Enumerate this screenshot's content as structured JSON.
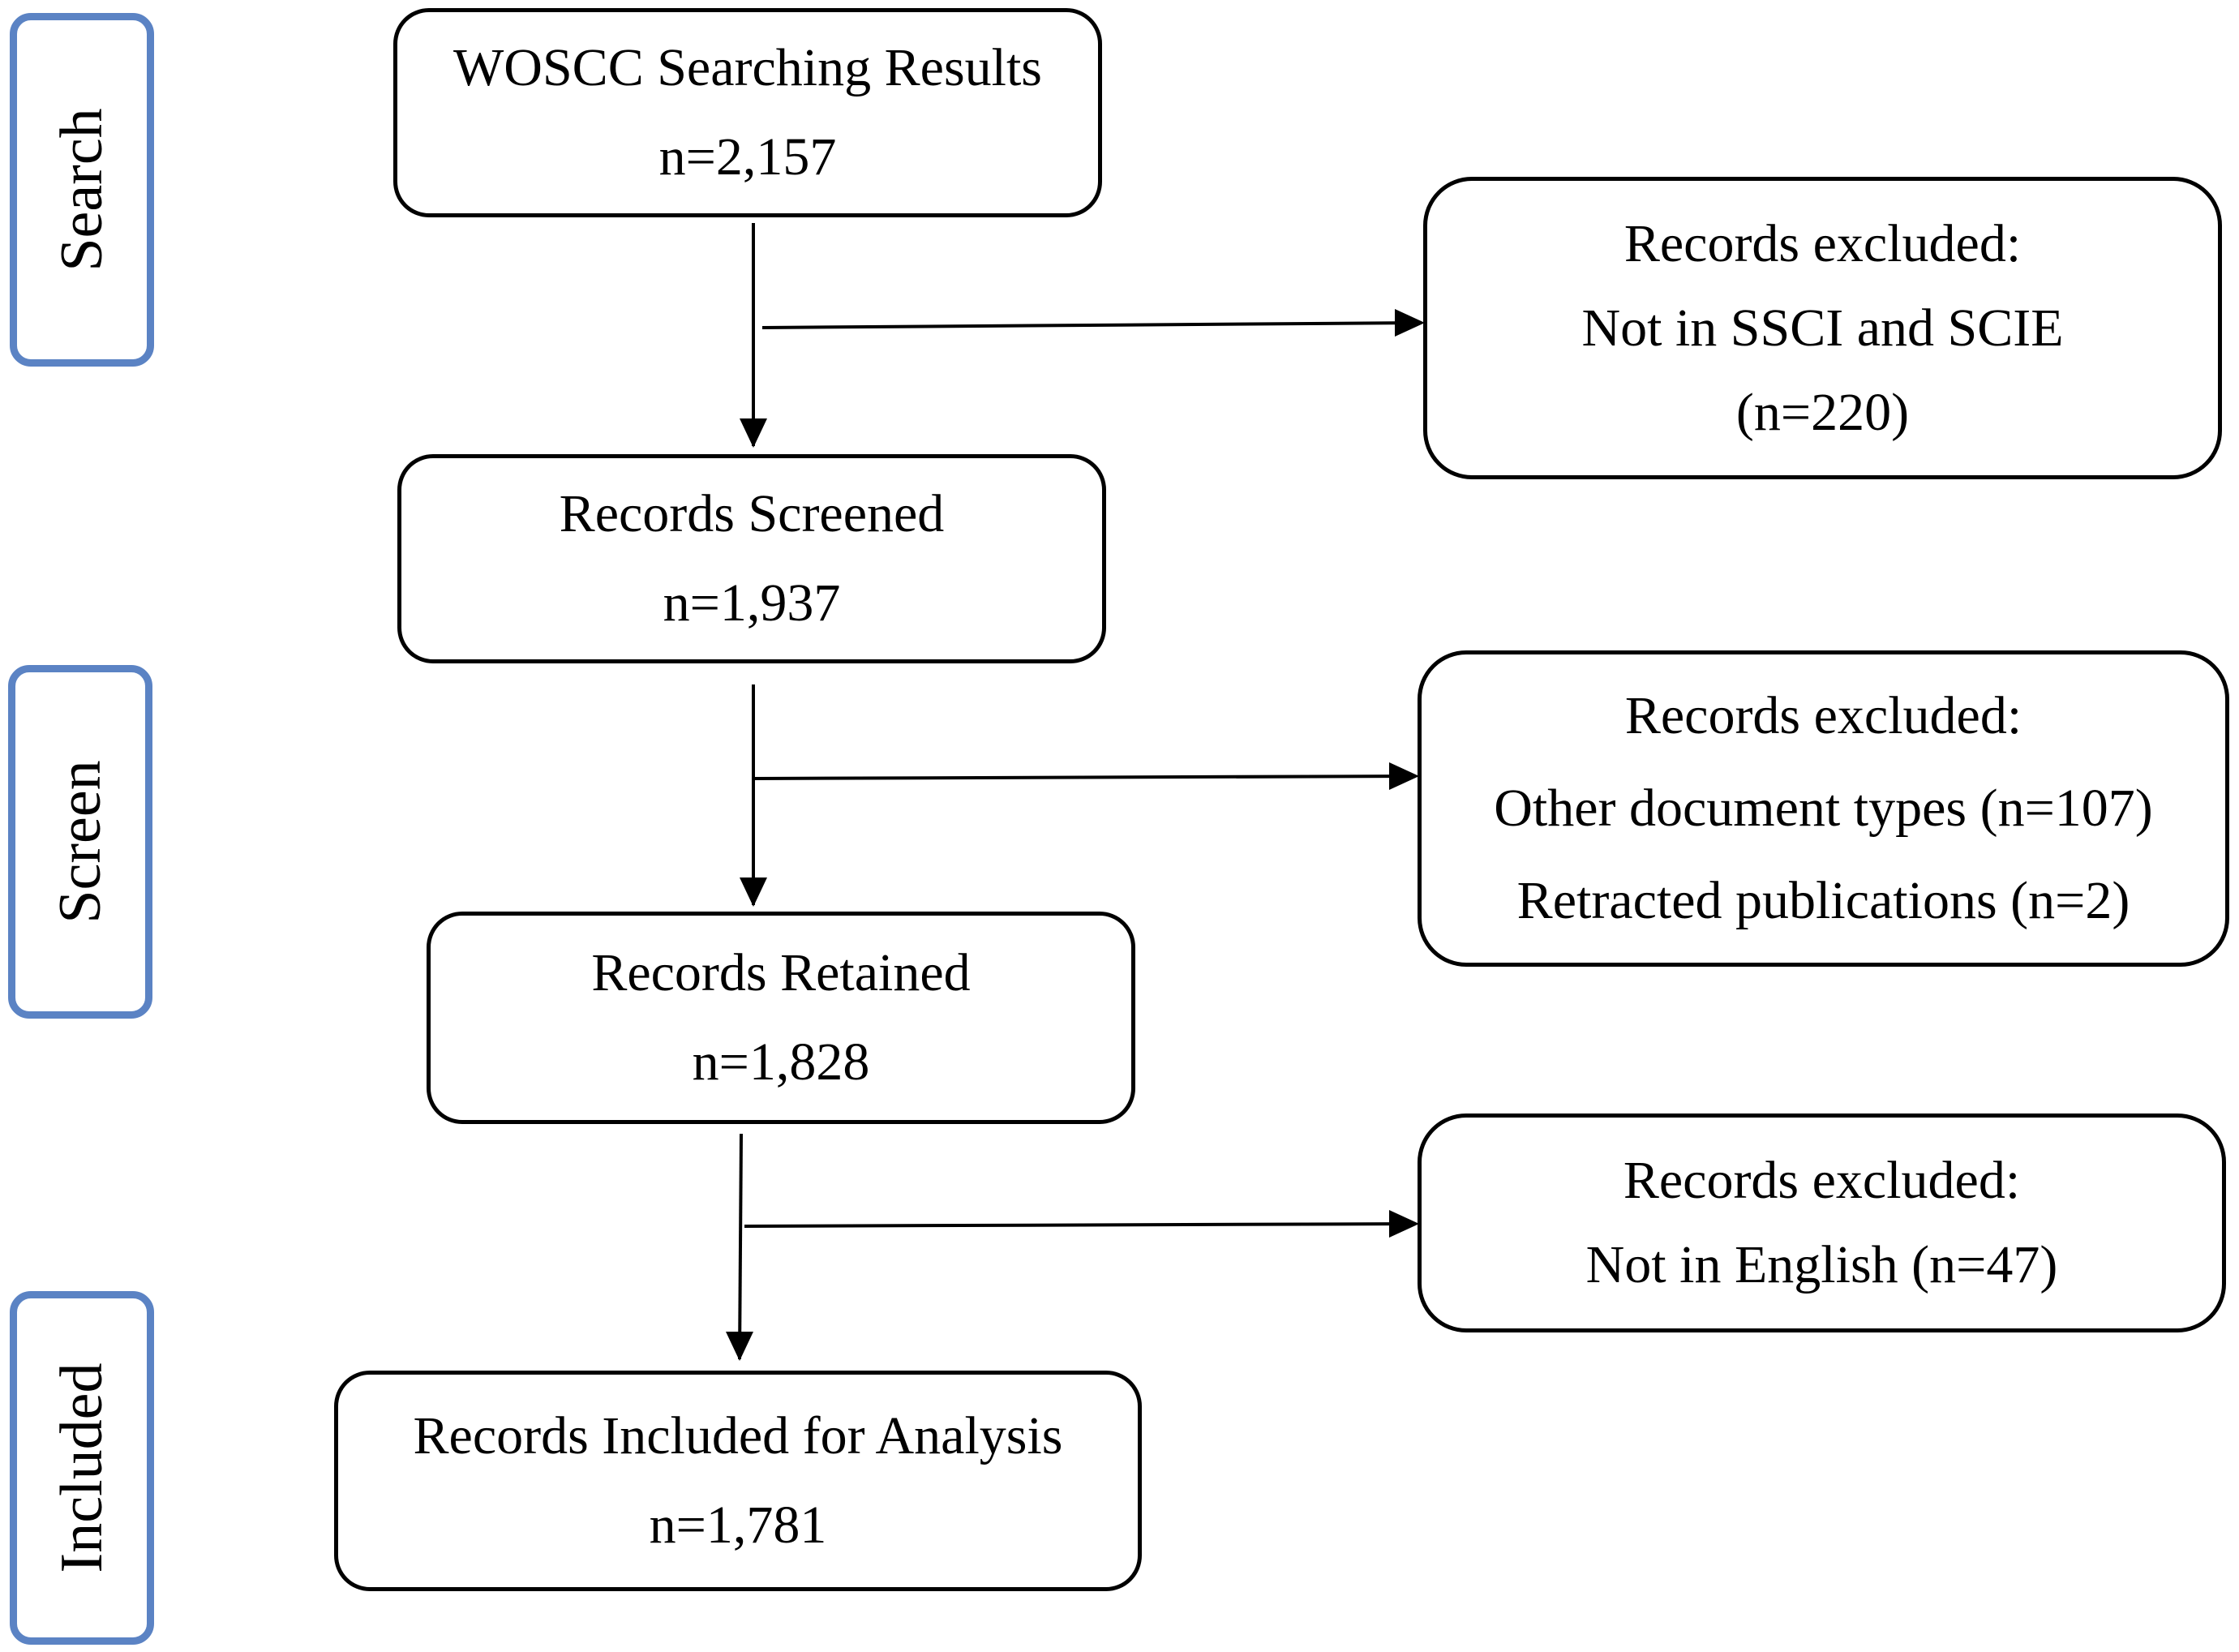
{
  "stages": [
    {
      "id": "search",
      "label": "Search"
    },
    {
      "id": "screen",
      "label": "Screen"
    },
    {
      "id": "included",
      "label": "Included"
    }
  ],
  "main_boxes": [
    {
      "id": "woscc",
      "lines": [
        "WOSCC Searching Results",
        "n=2,157"
      ]
    },
    {
      "id": "screened",
      "lines": [
        "Records Screened",
        "n=1,937"
      ]
    },
    {
      "id": "retained",
      "lines": [
        "Records Retained",
        "n=1,828"
      ]
    },
    {
      "id": "included",
      "lines": [
        "Records Included  for Analysis",
        "n=1,781"
      ]
    }
  ],
  "exclusion_boxes": [
    {
      "id": "excl-1",
      "lines": [
        "Records excluded:",
        "Not  in  SSCI  and  SCIE",
        "(n=220)"
      ]
    },
    {
      "id": "excl-2",
      "lines": [
        "Records excluded:",
        "Other document types (n=107)",
        "Retracted  publications (n=2)"
      ]
    },
    {
      "id": "excl-3",
      "lines": [
        "Records excluded:",
        "Not in English (n=47)"
      ]
    }
  ],
  "colors": {
    "stage_border": "#5b83c4",
    "line": "#000000",
    "background": "#ffffff"
  }
}
